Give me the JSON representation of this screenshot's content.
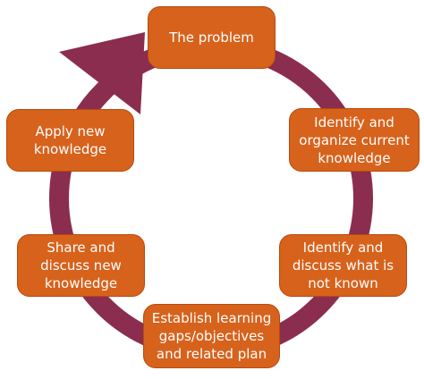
{
  "diagram": {
    "colors": {
      "ring": "#8b2d4f",
      "box_fill": "#d7621c",
      "box_border": "#b84a0d",
      "text": "#ffffff",
      "background": "#ffffff"
    },
    "stages": [
      {
        "id": "problem",
        "label": "The problem"
      },
      {
        "id": "identify-organize",
        "label": "Identify and\norganize current\nknowledge"
      },
      {
        "id": "identify-discuss",
        "label": "Identify and\ndiscuss what is\nnot known"
      },
      {
        "id": "establish",
        "label": "Establish learning\ngaps/objectives\nand related plan"
      },
      {
        "id": "share",
        "label": "Share and\ndiscuss new\nknowledge"
      },
      {
        "id": "apply",
        "label": "Apply new\nknowledge"
      }
    ]
  }
}
